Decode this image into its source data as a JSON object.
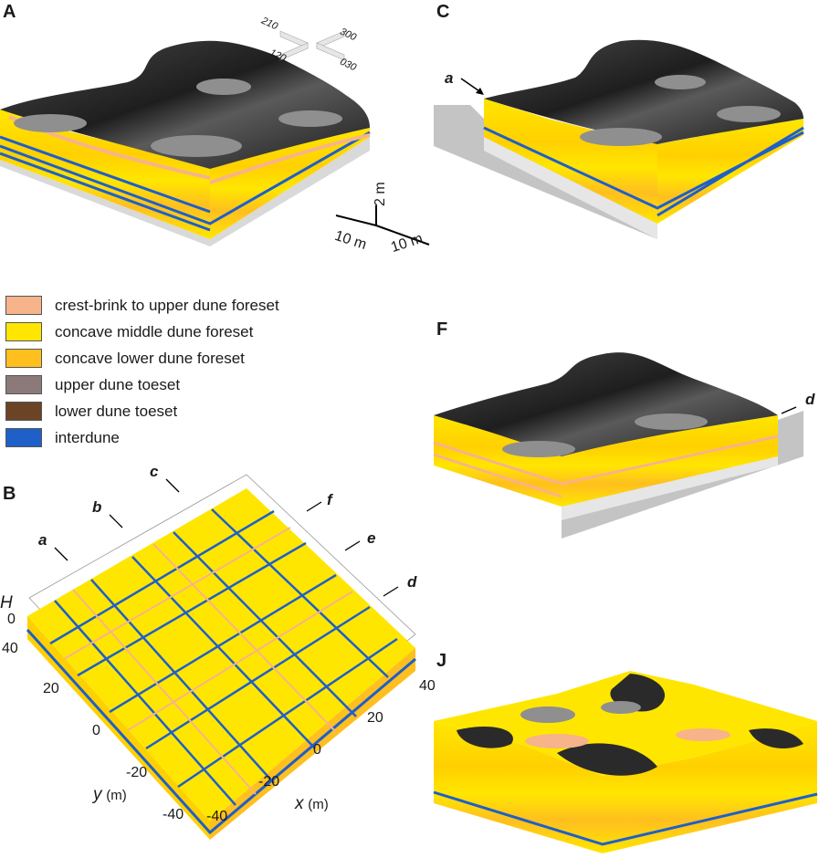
{
  "panels": {
    "a": "A",
    "b": "B",
    "c": "C",
    "f": "F",
    "j": "J"
  },
  "annotations": {
    "a": "a",
    "b": "b",
    "c": "c",
    "d": "d",
    "e": "e",
    "f": "f",
    "c_a": "a",
    "f_d": "d"
  },
  "compass": {
    "n1": "210",
    "n2": "300",
    "n3": "120",
    "n4": "030"
  },
  "scale_bar": {
    "vertical": "2 m",
    "left": "10 m",
    "right": "10 m"
  },
  "legend": [
    {
      "label": "crest-brink to upper dune foreset",
      "color": "#f7b38a"
    },
    {
      "label": "concave middle dune foreset",
      "color": "#ffe600"
    },
    {
      "label": "concave lower dune foreset",
      "color": "#ffbf1f"
    },
    {
      "label": "upper dune toeset",
      "color": "#8c7a7a"
    },
    {
      "label": "lower dune toeset",
      "color": "#6b4426"
    },
    {
      "label": "interdune",
      "color": "#1f5fc8"
    }
  ],
  "plan_view": {
    "h_label": "H",
    "h_tick": "0",
    "y_ticks": [
      "40",
      "20",
      "0",
      "-20",
      "-40"
    ],
    "x_ticks": [
      "40",
      "20",
      "0",
      "-20",
      "-40"
    ],
    "y_label": "y",
    "x_label": "x",
    "unit": "(m)"
  },
  "colors": {
    "dune": "#2a2a2a",
    "dune_light": "#777777",
    "interdune_floor": "#a8a8a8",
    "base": "#d9d9d9"
  }
}
